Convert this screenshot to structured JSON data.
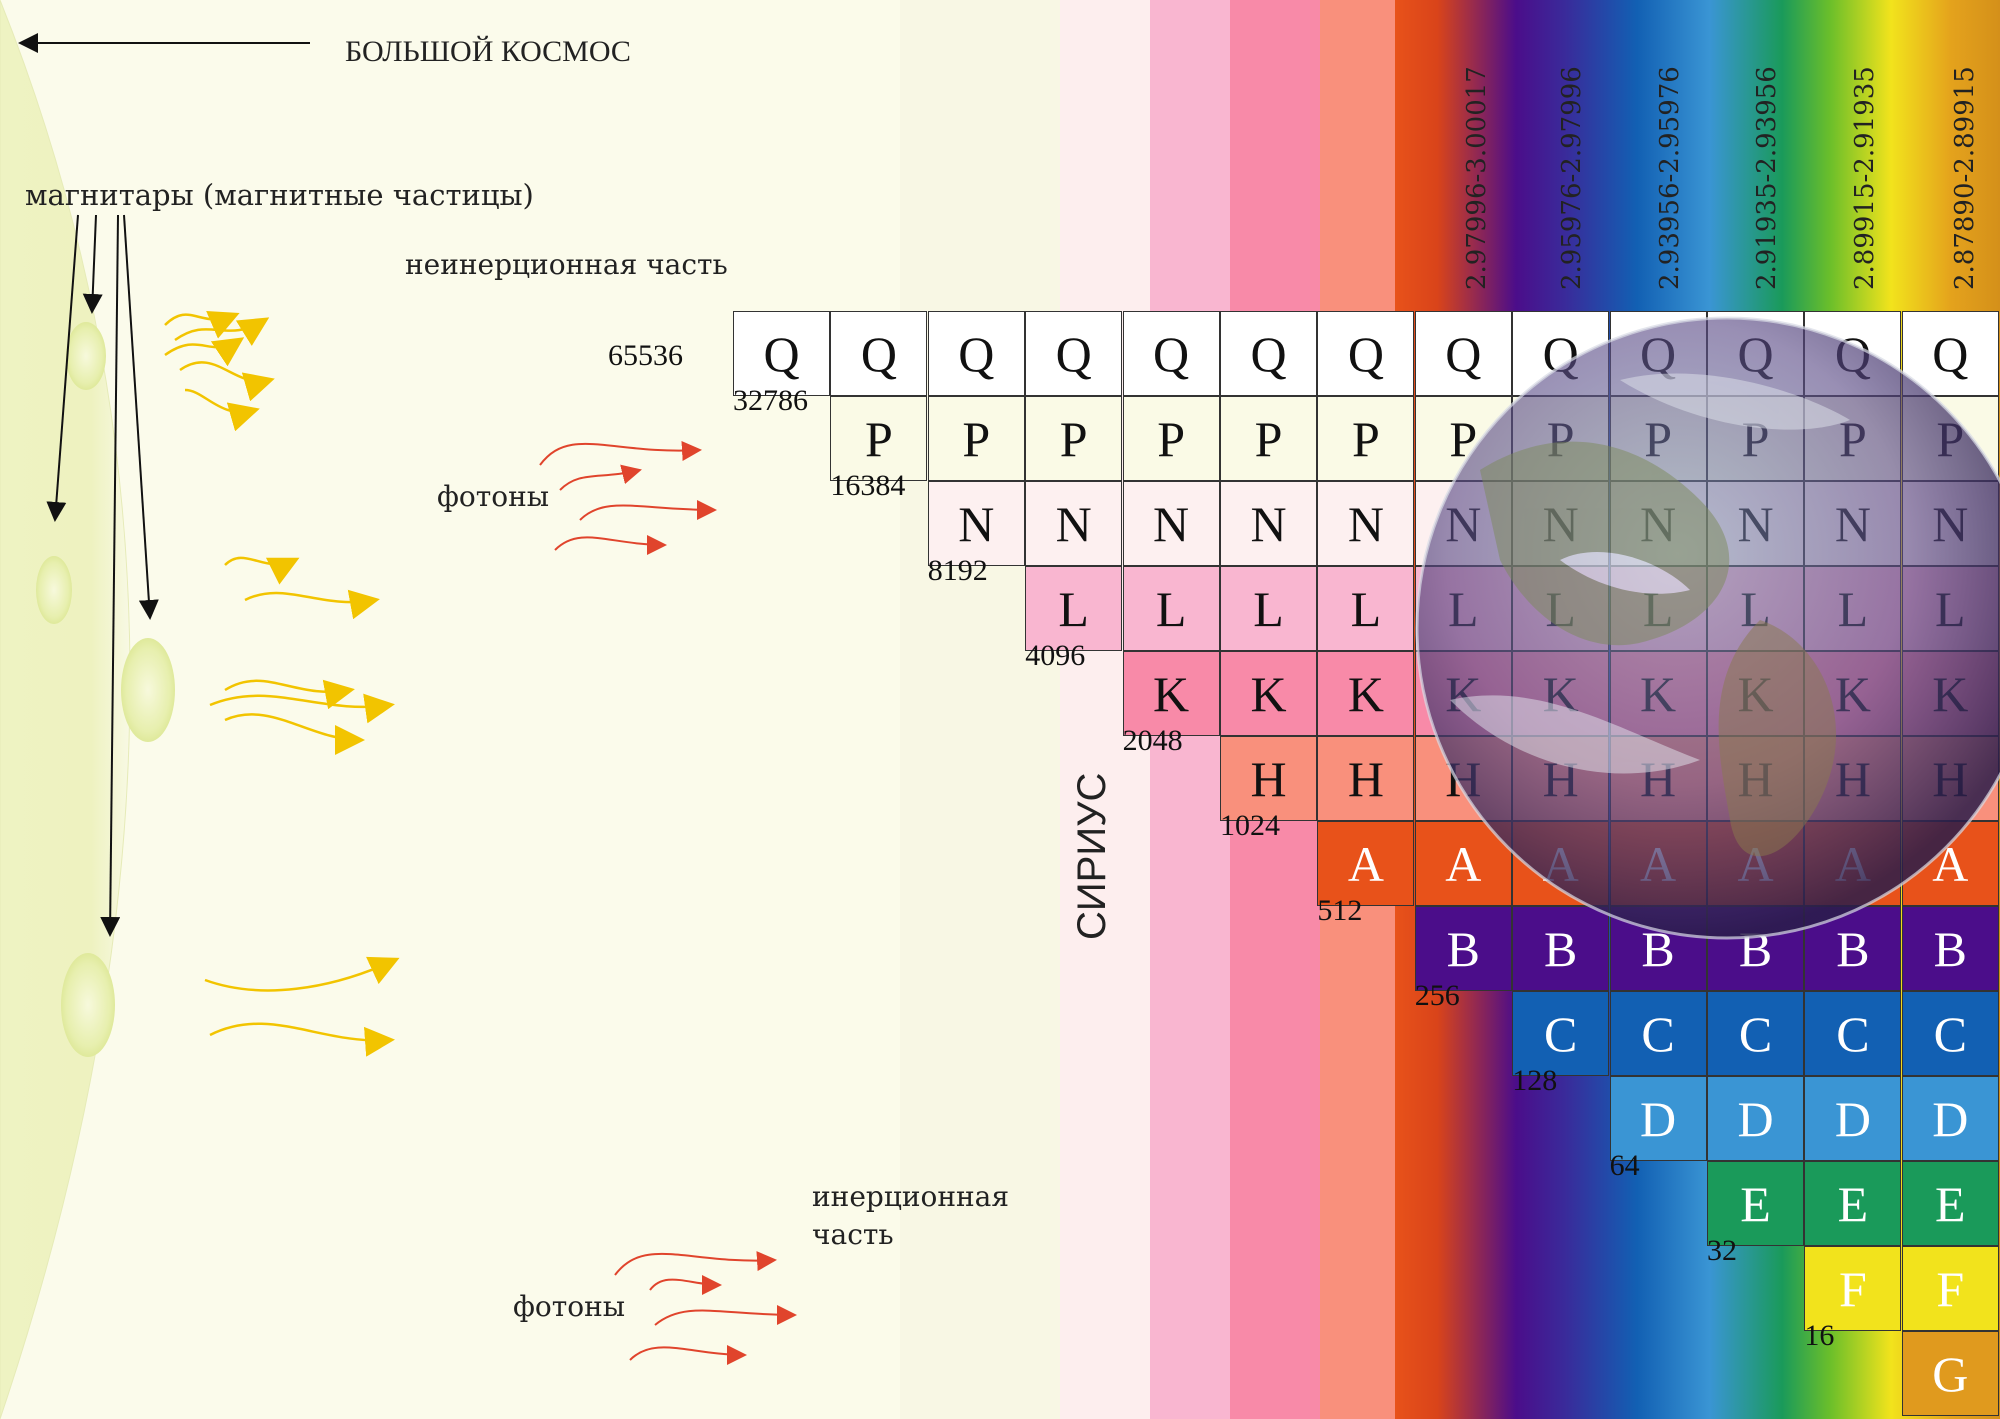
{
  "labels": {
    "big_cosmos": "БОЛЬШОЙ КОСМОС",
    "magnetars": "магнитары (магнитные частицы)",
    "noninertial": "неинерционная часть",
    "photons_top": "фотоны",
    "inertial_line1": "инерционная",
    "inertial_line2": "часть",
    "photons_bottom": "фотоны",
    "sirius": "СИРИУС"
  },
  "wavelengths": [
    "2.97996-3.00017",
    "2.95976-2.97996",
    "2.93956-2.95976",
    "2.91935-2.93956",
    "2.89915-2.91935",
    "2.87890-2.89915"
  ],
  "levels": [
    {
      "letter": "Q",
      "value": "65536",
      "color": "#ffffff",
      "text": "#111111"
    },
    {
      "letter": "P",
      "value": "32786",
      "color": "#fafae6",
      "text": "#111111"
    },
    {
      "letter": "N",
      "value": "16384",
      "color": "#fdf0f0",
      "text": "#111111"
    },
    {
      "letter": "L",
      "value": "8192",
      "color": "#f9b6d0",
      "text": "#111111"
    },
    {
      "letter": "K",
      "value": "4096",
      "color": "#f88aa8",
      "text": "#111111"
    },
    {
      "letter": "H",
      "value": "2048",
      "color": "#f9907c",
      "text": "#111111"
    },
    {
      "letter": "A",
      "value": "1024",
      "color": "#e8521a",
      "text": "#ffffff"
    },
    {
      "letter": "B",
      "value": "512",
      "color": "#4b0d8a",
      "text": "#ffffff"
    },
    {
      "letter": "C",
      "value": "256",
      "color": "#1260b3",
      "text": "#ffffff"
    },
    {
      "letter": "D",
      "value": "128",
      "color": "#3a95d4",
      "text": "#ffffff"
    },
    {
      "letter": "E",
      "value": "64",
      "color": "#1a9a5a",
      "text": "#ffffff"
    },
    {
      "letter": "F",
      "value": "32",
      "color": "#f2e31c",
      "text": "#ffffff"
    },
    {
      "letter": "G",
      "value": "16",
      "color": "#e09a1e",
      "text": "#ffffff"
    }
  ],
  "colors": {
    "background": "#fbfbeb",
    "bubble": "#eef2c0",
    "photon_red": "#e0442c",
    "photon_yellow": "#f2c400"
  },
  "icons": [
    "earth-globe-icon",
    "arrow-icon",
    "photon-wave-icon"
  ]
}
